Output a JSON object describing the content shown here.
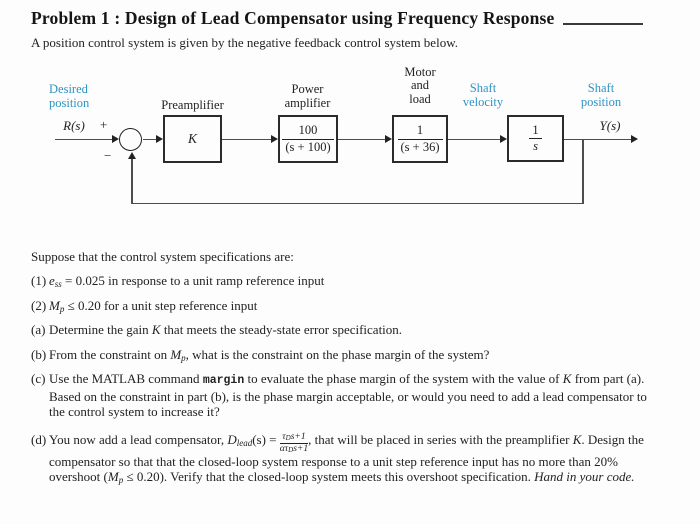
{
  "page": {
    "title": "Problem 1 : Design of Lead Compensator using Frequency Response",
    "intro": "A position control system is given by the negative feedback control system below."
  },
  "diagram": {
    "accent_blue": "#2e94c4",
    "labels": {
      "desired_position": "Desired\nposition",
      "input_signal": "R(s)",
      "plus": "+",
      "minus": "−",
      "preamplifier": "Preamplifier",
      "power_amplifier": "Power\namplifier",
      "motor_load": "Motor\nand\nload",
      "shaft_velocity": "Shaft\nvelocity",
      "shaft_position": "Shaft\nposition",
      "output_signal": "Y(s)"
    },
    "blocks": {
      "preamp_gain": "K",
      "power_amp_num": "100",
      "power_amp_den": "(s + 100)",
      "motor_num": "1",
      "motor_den": "(s + 36)",
      "integrator_num": "1",
      "integrator_den": "s"
    }
  },
  "specs": {
    "intro": "Suppose that the control system specifications are:",
    "item1": {
      "num": "(1)",
      "var": "e",
      "sub": "ss",
      "rest": " = 0.025 in response to a unit ramp reference input"
    },
    "item2": {
      "num": "(2)",
      "var": "M",
      "sub": "p",
      "rest": " ≤ 0.20 for a unit step reference input"
    }
  },
  "parts": {
    "a": {
      "num": "(a)",
      "pre": "Determine the gain ",
      "var": "K",
      "post": " that meets the steady-state error specification."
    },
    "b": {
      "num": "(b)",
      "pre": "From the constraint on ",
      "var": "M",
      "sub": "p",
      "post": ", what is the constraint on the phase margin of the system?"
    },
    "c": {
      "num": "(c)",
      "pre": "Use the MATLAB command ",
      "code": "margin",
      "mid": " to evaluate the phase margin of the system with the value of ",
      "var": "K",
      "post": " from part (a). Based on the constraint in part (b), is the phase margin acceptable, or would you need to add a lead compensator to the control system to increase it?"
    },
    "d": {
      "num": "(d)",
      "pre": "You now add a lead compensator, ",
      "dvar": "D",
      "dsub": "lead",
      "dargs": "(s) = ",
      "frac": {
        "num_a": "τ",
        "num_sub": "D",
        "num_b": "s+1",
        "den_a": "ατ",
        "den_sub": "D",
        "den_b": "s+1"
      },
      "mid1": ", that will be placed in series with the preamplifier ",
      "kvar": "K",
      "mid2": ". Design the compensator so that that the closed-loop system response to a unit step reference input has no more than 20% overshoot (",
      "mvar": "M",
      "msub": "p",
      "mid3": " ≤ 0.20). Verify that the closed-loop system meets this overshoot specification. ",
      "handin": "Hand in your code."
    }
  }
}
